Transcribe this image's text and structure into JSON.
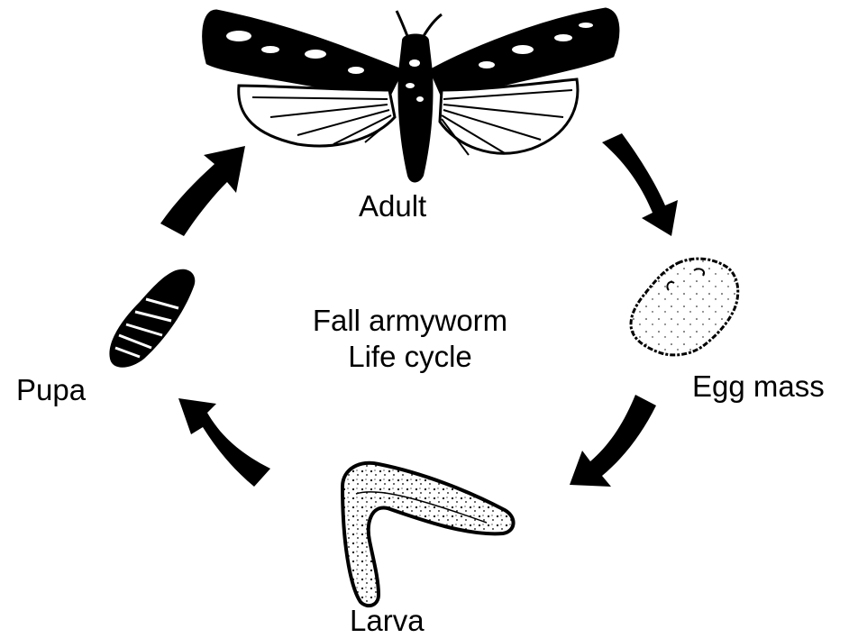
{
  "diagram": {
    "title_line1": "Fall armyworm",
    "title_line2": "Life cycle",
    "stages": [
      {
        "label": "Adult",
        "icon": "moth-icon"
      },
      {
        "label": "Egg mass",
        "icon": "egg-mass-icon"
      },
      {
        "label": "Larva",
        "icon": "larva-icon"
      },
      {
        "label": "Pupa",
        "icon": "pupa-icon"
      }
    ]
  },
  "colors": {
    "ink": "#000000",
    "background": "#ffffff"
  }
}
